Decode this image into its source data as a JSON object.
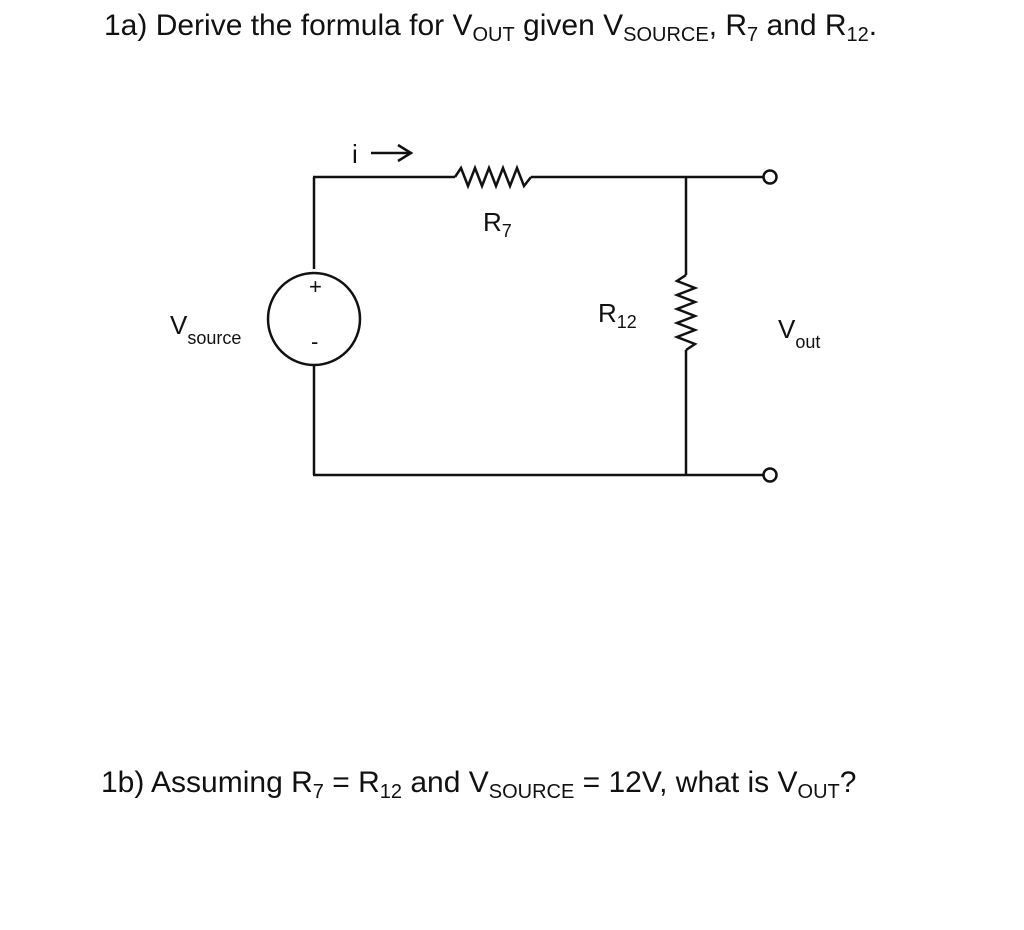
{
  "q1a": {
    "prefix": "1a) Derive the formula for V",
    "sub_out": "OUT",
    "mid1": " given V",
    "sub_source": "SOURCE",
    "mid2": ", R",
    "sub_r7": "7",
    "mid3": " and R",
    "sub_r12": "12",
    "end": "."
  },
  "q1b": {
    "prefix": "1b) Assuming R",
    "sub_r7": "7",
    "mid1": " = R",
    "sub_r12": "12",
    "mid2": " and V",
    "sub_source": "SOURCE",
    "mid3": " = 12V, what is V",
    "sub_out": "OUT",
    "end": "?"
  },
  "circuit": {
    "current_label": "i",
    "r7_label": {
      "main": "R",
      "sub": "7"
    },
    "r12_label": {
      "main": "R",
      "sub": "12"
    },
    "vsource_label": {
      "main": "V",
      "sub": "source"
    },
    "vout_label": {
      "main": "V",
      "sub": "out"
    },
    "plus_sign": "+",
    "minus_sign": "-"
  }
}
